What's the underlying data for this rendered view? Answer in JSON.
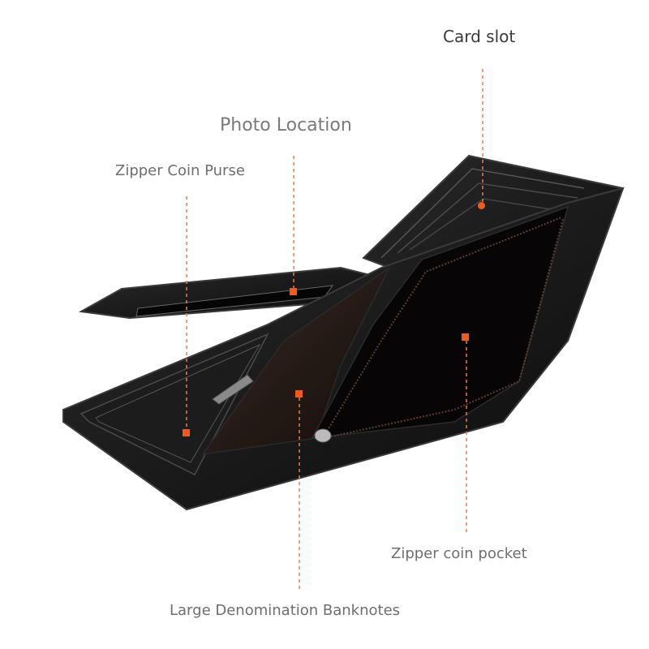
{
  "image": {
    "subject": "Open black bifold leather wallet with annotated compartments",
    "background": "#ffffff",
    "accent_color": "#f05a1a"
  },
  "labels": {
    "card_slot": "Card slot",
    "photo_location": "Photo Location",
    "zipper_coin_purse": "Zipper Coin Purse",
    "zipper_coin_pocket": "Zipper coin pocket",
    "large_banknotes": "Large Denomination Banknotes"
  },
  "callouts": [
    {
      "name": "card-slot",
      "label_ref": "labels.card_slot",
      "marker": [
        593,
        253
      ]
    },
    {
      "name": "photo-location",
      "label_ref": "labels.photo_location",
      "marker": [
        361,
        359
      ]
    },
    {
      "name": "zipper-coin-purse",
      "label_ref": "labels.zipper_coin_purse",
      "marker": [
        229,
        533
      ]
    },
    {
      "name": "large-banknotes",
      "label_ref": "labels.large_banknotes",
      "marker": [
        368,
        485
      ]
    },
    {
      "name": "zipper-coin-pocket",
      "label_ref": "labels.zipper_coin_pocket",
      "marker": [
        573,
        415
      ]
    }
  ]
}
